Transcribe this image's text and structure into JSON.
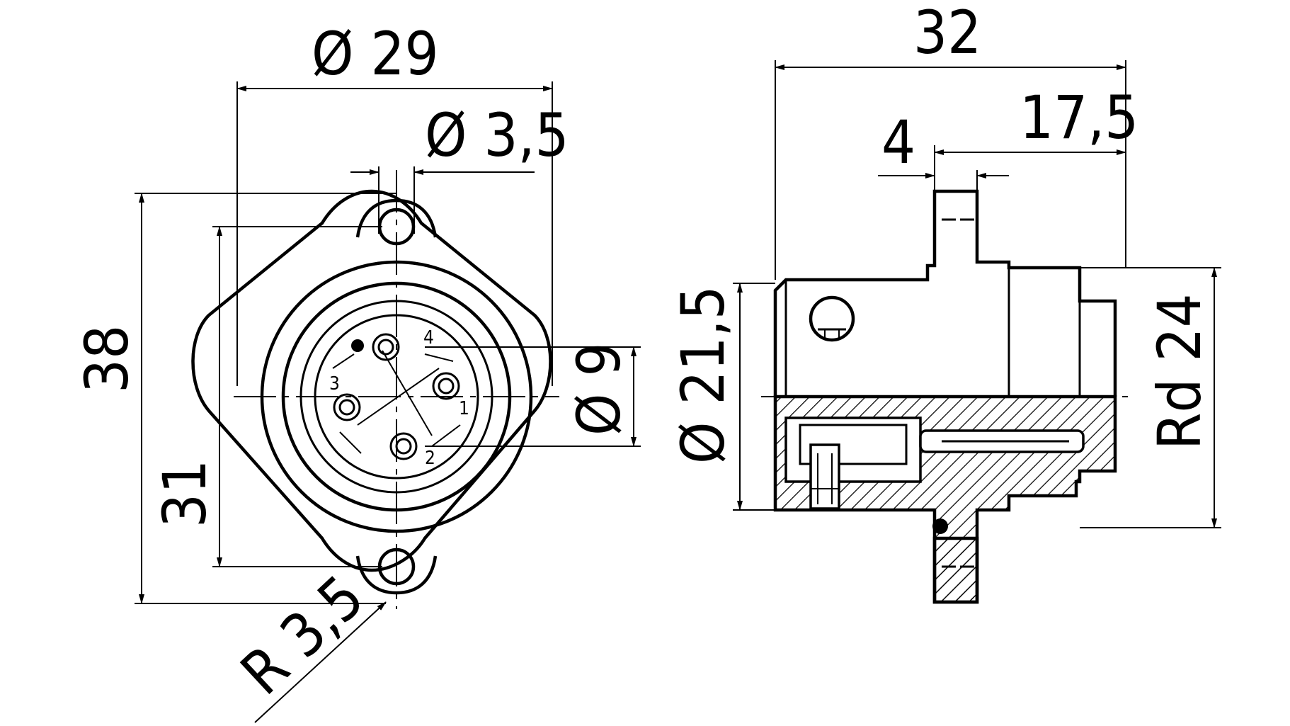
{
  "front_view": {
    "dim_flange_diameter": "Ø 29",
    "dim_hole_diameter": "Ø 3,5",
    "dim_overall_height": "38",
    "dim_hole_spacing": "31",
    "dim_pin_circle": "Ø 9",
    "dim_corner_radius": "R 3,5",
    "pin_labels": [
      "1",
      "2",
      "3",
      "4"
    ]
  },
  "side_view": {
    "dim_total_length": "32",
    "dim_flange_thickness": "4",
    "dim_rear_length": "17,5",
    "dim_body_diameter": "Ø 21,5",
    "dim_thread": "Rd 24"
  }
}
